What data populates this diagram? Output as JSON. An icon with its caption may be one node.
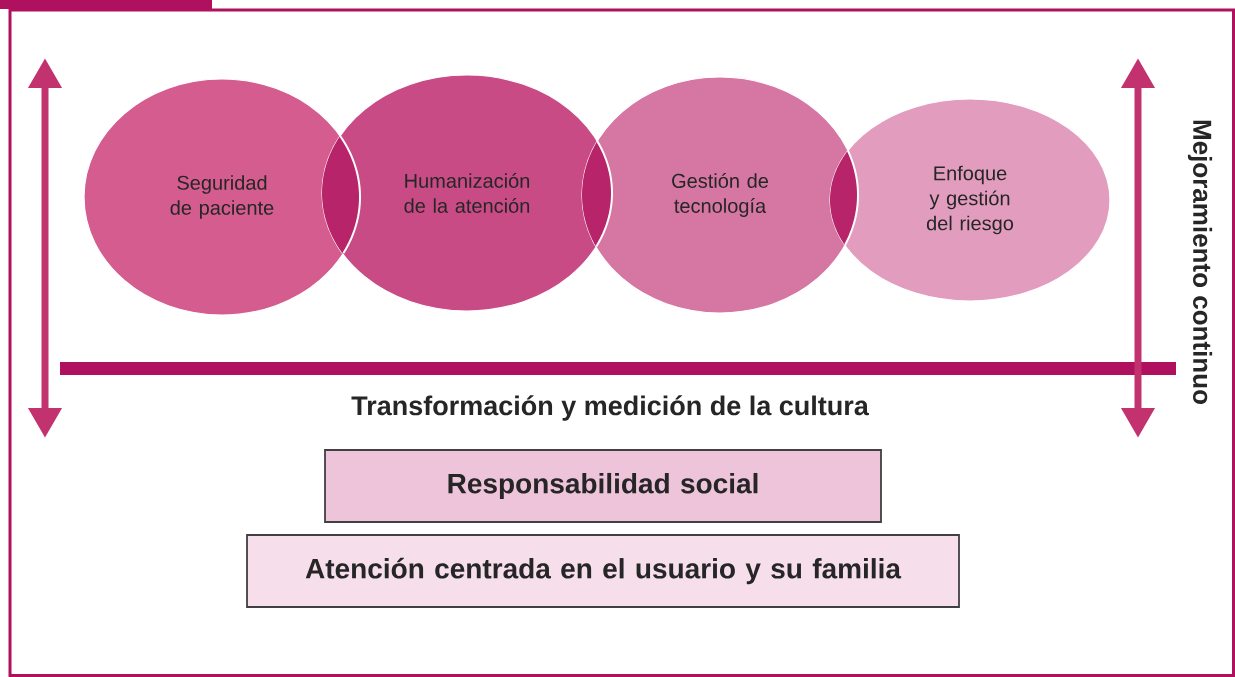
{
  "diagram": {
    "nodes": [
      {
        "text": [
          "Seguridad de paciente"
        ]
      },
      {
        "text": [
          "Humanización de la atención"
        ]
      },
      {
        "text": [
          "Gestión de tecnología"
        ]
      },
      {
        "text": [
          "Enfoque y gestión del riesgo"
        ]
      },
      {
        "text": [
          "Responsabilidad social"
        ]
      },
      {
        "text": [
          "Atención centrada en el usuario y su familia"
        ]
      }
    ],
    "labels": [
      "Transformación y medición de la cultura",
      "Mejoramiento continuo"
    ]
  }
}
